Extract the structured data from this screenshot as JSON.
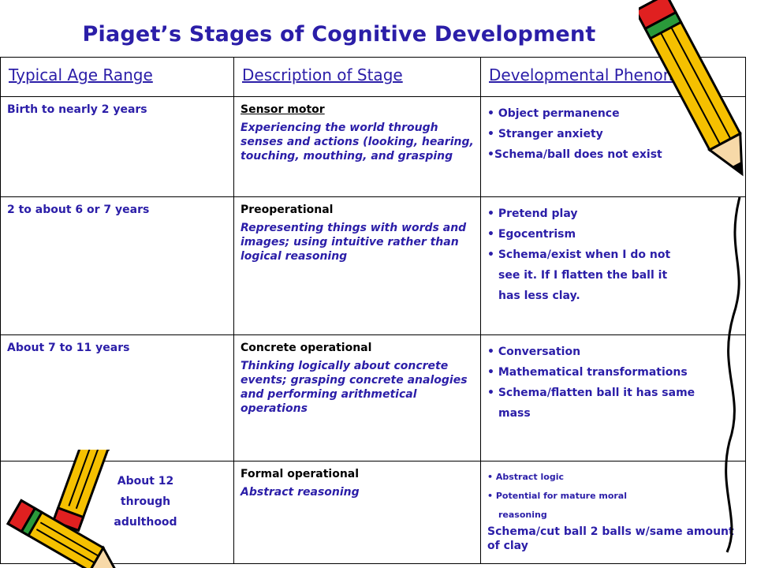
{
  "title": "Piaget’s Stages of Cognitive Development",
  "columns": [
    "Typical Age Range",
    "Description of Stage",
    "Developmental Phenomena"
  ],
  "rows": [
    {
      "age": "Birth to nearly 2 years",
      "stage": "Sensor motor",
      "description": "Experiencing the world through senses and actions (looking, hearing, touching, mouthing, and grasping",
      "phenomena": [
        "• Object permanence",
        "• Stranger anxiety",
        "•Schema/ball does not exist"
      ]
    },
    {
      "age": "2 to about 6 or 7 years",
      "stage": "Preoperational",
      "description": "Representing things with words and images; using intuitive rather than logical reasoning",
      "phenomena": [
        "• Pretend play",
        "• Egocentrism",
        "• Schema/exist when I do not",
        "see it. If I flatten the ball it",
        "has less clay."
      ]
    },
    {
      "age": "About 7 to 11 years",
      "stage": "Concrete operational",
      "description": "Thinking logically about concrete events; grasping concrete analogies and performing arithmetical operations",
      "phenomena": [
        "• Conversation",
        "• Mathematical transformations",
        "• Schema/flatten ball it has same",
        "mass"
      ]
    },
    {
      "age_lines": [
        "About 12",
        "through",
        "adulthood"
      ],
      "stage": "Formal operational",
      "description": "Abstract reasoning",
      "phenomena_small": [
        "• Abstract logic",
        "• Potential for mature moral",
        "reasoning"
      ],
      "phenomena_extra": "Schema/cut ball 2 balls w/same amount of clay"
    }
  ],
  "colors": {
    "text": "#2b1ea8",
    "pencil_body": "#f5c000",
    "pencil_tip": "#e02020",
    "pencil_band": "#2a9a3a"
  },
  "icons": [
    "pencil-icon",
    "pencils-icon"
  ]
}
